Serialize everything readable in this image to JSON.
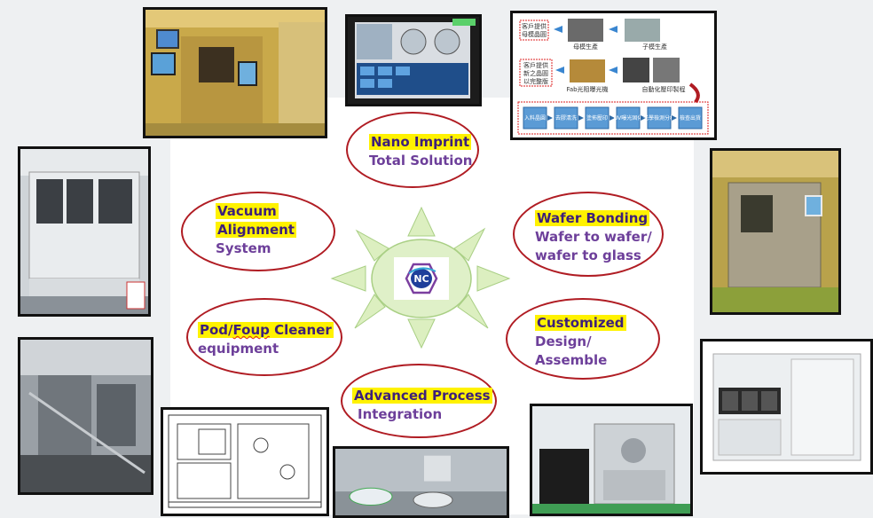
{
  "center_logo": {
    "text": "NC",
    "colors": {
      "outline": "#7b3fa0",
      "inner": "#1f3f9b",
      "ring": "#35a8d8"
    }
  },
  "capabilities": [
    {
      "id": "nano-imprint",
      "highlight": "Nano Imprint",
      "rest": "Total Solution"
    },
    {
      "id": "wafer-bonding",
      "highlight": "Wafer Bonding",
      "rest1": "Wafer to wafer/",
      "rest2": "wafer to glass"
    },
    {
      "id": "customized",
      "highlight": "Customized",
      "rest1": "Design/",
      "rest2": "Assemble"
    },
    {
      "id": "advanced-process",
      "highlight": "Advanced Process",
      "rest": "Integration"
    },
    {
      "id": "pod-foup-cleaner",
      "highlight_pre": "Pod/",
      "highlight_underlined": "Foup",
      "highlight_post": " Cleaner",
      "rest": "equipment"
    },
    {
      "id": "vacuum-alignment",
      "highlight1": "Vacuum",
      "highlight2": "Alignment",
      "rest": "System"
    }
  ],
  "flow_diagram": {
    "top_row": [
      "客戶提供",
      "母模晶圓"
    ],
    "top_mid": "母模生產",
    "top_right": "子模生產",
    "mid_row": [
      "客戶提供",
      "新之晶圓",
      "以完整版"
    ],
    "mid_caption": "Fab光阻曝光機",
    "mid_right": "自動化壓印製程",
    "steps": [
      "入料晶圓",
      "去膠清洗",
      "塗佈壓印",
      "UV曝光固化",
      "光學檢測分析",
      "檢查出貨"
    ]
  },
  "colors": {
    "accent_red": "#b01c23",
    "highlight": "#fff200",
    "label_purple": "#6d3f9a",
    "arrow_green": "#d8ecb4"
  }
}
